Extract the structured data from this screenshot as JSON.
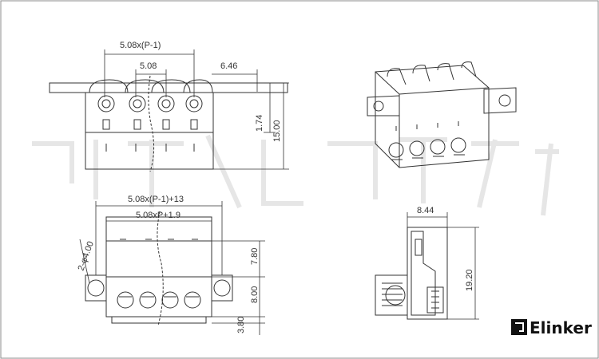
{
  "dimensions": {
    "pitch_formula": "5.08x(P-1)",
    "pitch": "5.08",
    "flange_offset": "6.46",
    "pin_height": "1.74",
    "total_height": "15.00",
    "width_formula_a": "5.08x(P-1)+13",
    "width_formula_b": "5.08xP+1.9",
    "hole": "2-φ4.00",
    "top_section": "7.80",
    "mid_section": "8.00",
    "bottom_section": "3.80",
    "side_depth": "8.44",
    "side_height": "19.20"
  },
  "brand": {
    "name": "Elinker"
  }
}
